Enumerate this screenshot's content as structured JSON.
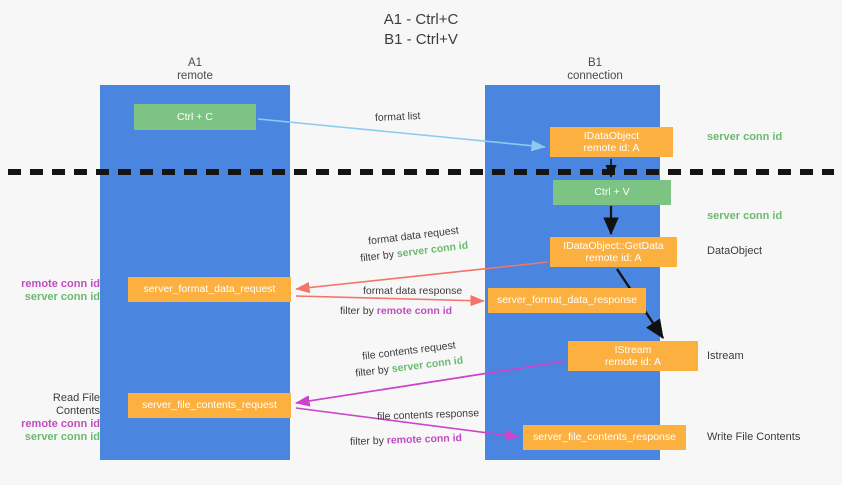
{
  "title": {
    "line1": "A1 - Ctrl+C",
    "line2": "B1 - Ctrl+V"
  },
  "columns": {
    "a1": {
      "name": "A1",
      "subtitle": "remote"
    },
    "b1": {
      "name": "B1",
      "subtitle": "connection"
    }
  },
  "boxes": {
    "ctrl_c": {
      "label": "Ctrl + C",
      "color": "#7dc384"
    },
    "ctrl_v": {
      "label": "Ctrl + V",
      "color": "#7dc384"
    },
    "idataobject": {
      "prefix_glyphs": "IDataObject",
      "label": "IDataObject",
      "sub": "remote id: A",
      "color": "#fbb040"
    },
    "getdata": {
      "label": "IDataObject::GetData",
      "sub": "remote id: A",
      "color": "#fbb040"
    },
    "istream": {
      "label": "IStream",
      "sub": "remote id: A",
      "color": "#fbb040"
    },
    "server_format_data_request": {
      "label": "server_format_data_request",
      "color": "#fbb040"
    },
    "server_format_data_response": {
      "label": "server_format_data_response",
      "color": "#fbb040"
    },
    "server_file_contents_request": {
      "label": "server_file_contents_request",
      "color": "#fbb040"
    },
    "server_file_contents_response": {
      "label": "server_file_contents_response",
      "color": "#fbb040"
    }
  },
  "captions": {
    "format_list": "format list",
    "format_data_request": "format data request",
    "format_data_response": "format data response",
    "file_contents_request": "file contents request",
    "file_contents_response": "file contents response",
    "filter_by": "filter by ",
    "server_conn_id": "server conn id",
    "remote_conn_id": "remote conn id"
  },
  "side_labels": {
    "server_conn_id_top": "server conn id",
    "server_conn_id_mid": "server conn id",
    "dataobject": "DataObject",
    "istream": "Istream",
    "write_file_contents": "Write File Contents",
    "read_file_contents": "Read File Contents",
    "remote_conn_id": "remote conn id",
    "server_conn_id": "server conn id"
  },
  "colors": {
    "lane": "#4a86e0",
    "green": "#7dc384",
    "orange": "#fbb040",
    "green_text": "#6aba6f",
    "magenta_text": "#c14cc1",
    "arrow_blue": "#8ecaf0",
    "arrow_red": "#f4736a",
    "arrow_magenta": "#cc44cc",
    "arrow_black": "#111111",
    "background": "#f7f7f7"
  },
  "divider": {
    "style": "dashed",
    "color": "#141414"
  }
}
